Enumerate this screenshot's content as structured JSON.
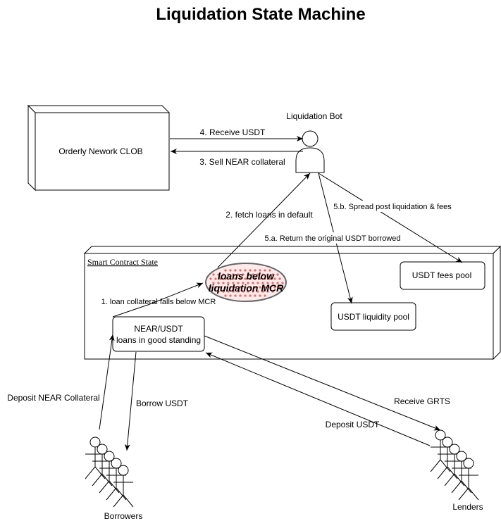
{
  "title": "Liquidation State Machine",
  "nodes": {
    "clob": "Orderly Nework CLOB",
    "bot": "Liquidation Bot",
    "contract_state": "Smart Contract State",
    "loans_below": [
      "loans below",
      "liquidation MCR"
    ],
    "good_standing": [
      "NEAR/USDT",
      "loans in good standing"
    ],
    "fees_pool": "USDT fees pool",
    "liquidity_pool": "USDT liquidity pool",
    "borrowers": "Borrowers",
    "lenders": "Lenders"
  },
  "edges": {
    "receive_usdt": "4. Receive USDT",
    "sell_near": "3. Sell NEAR collateral",
    "fetch_loans": "2. fetch loans in default",
    "spread_fees": "5.b. Spread post liquidation & fees",
    "return_usdt": "5.a. Return the original USDT borrowed",
    "collateral_falls": "1. loan collateral falls below MCR",
    "deposit_near": "Deposit NEAR Collateral",
    "borrow_usdt": "Borrow USDT",
    "receive_grts": "Receive GRTS",
    "deposit_usdt": "Deposit USDT"
  },
  "colors": {
    "stroke": "#000000",
    "loans_below_fill": "#f8cecc",
    "loans_below_dots": "#ea6b66"
  }
}
